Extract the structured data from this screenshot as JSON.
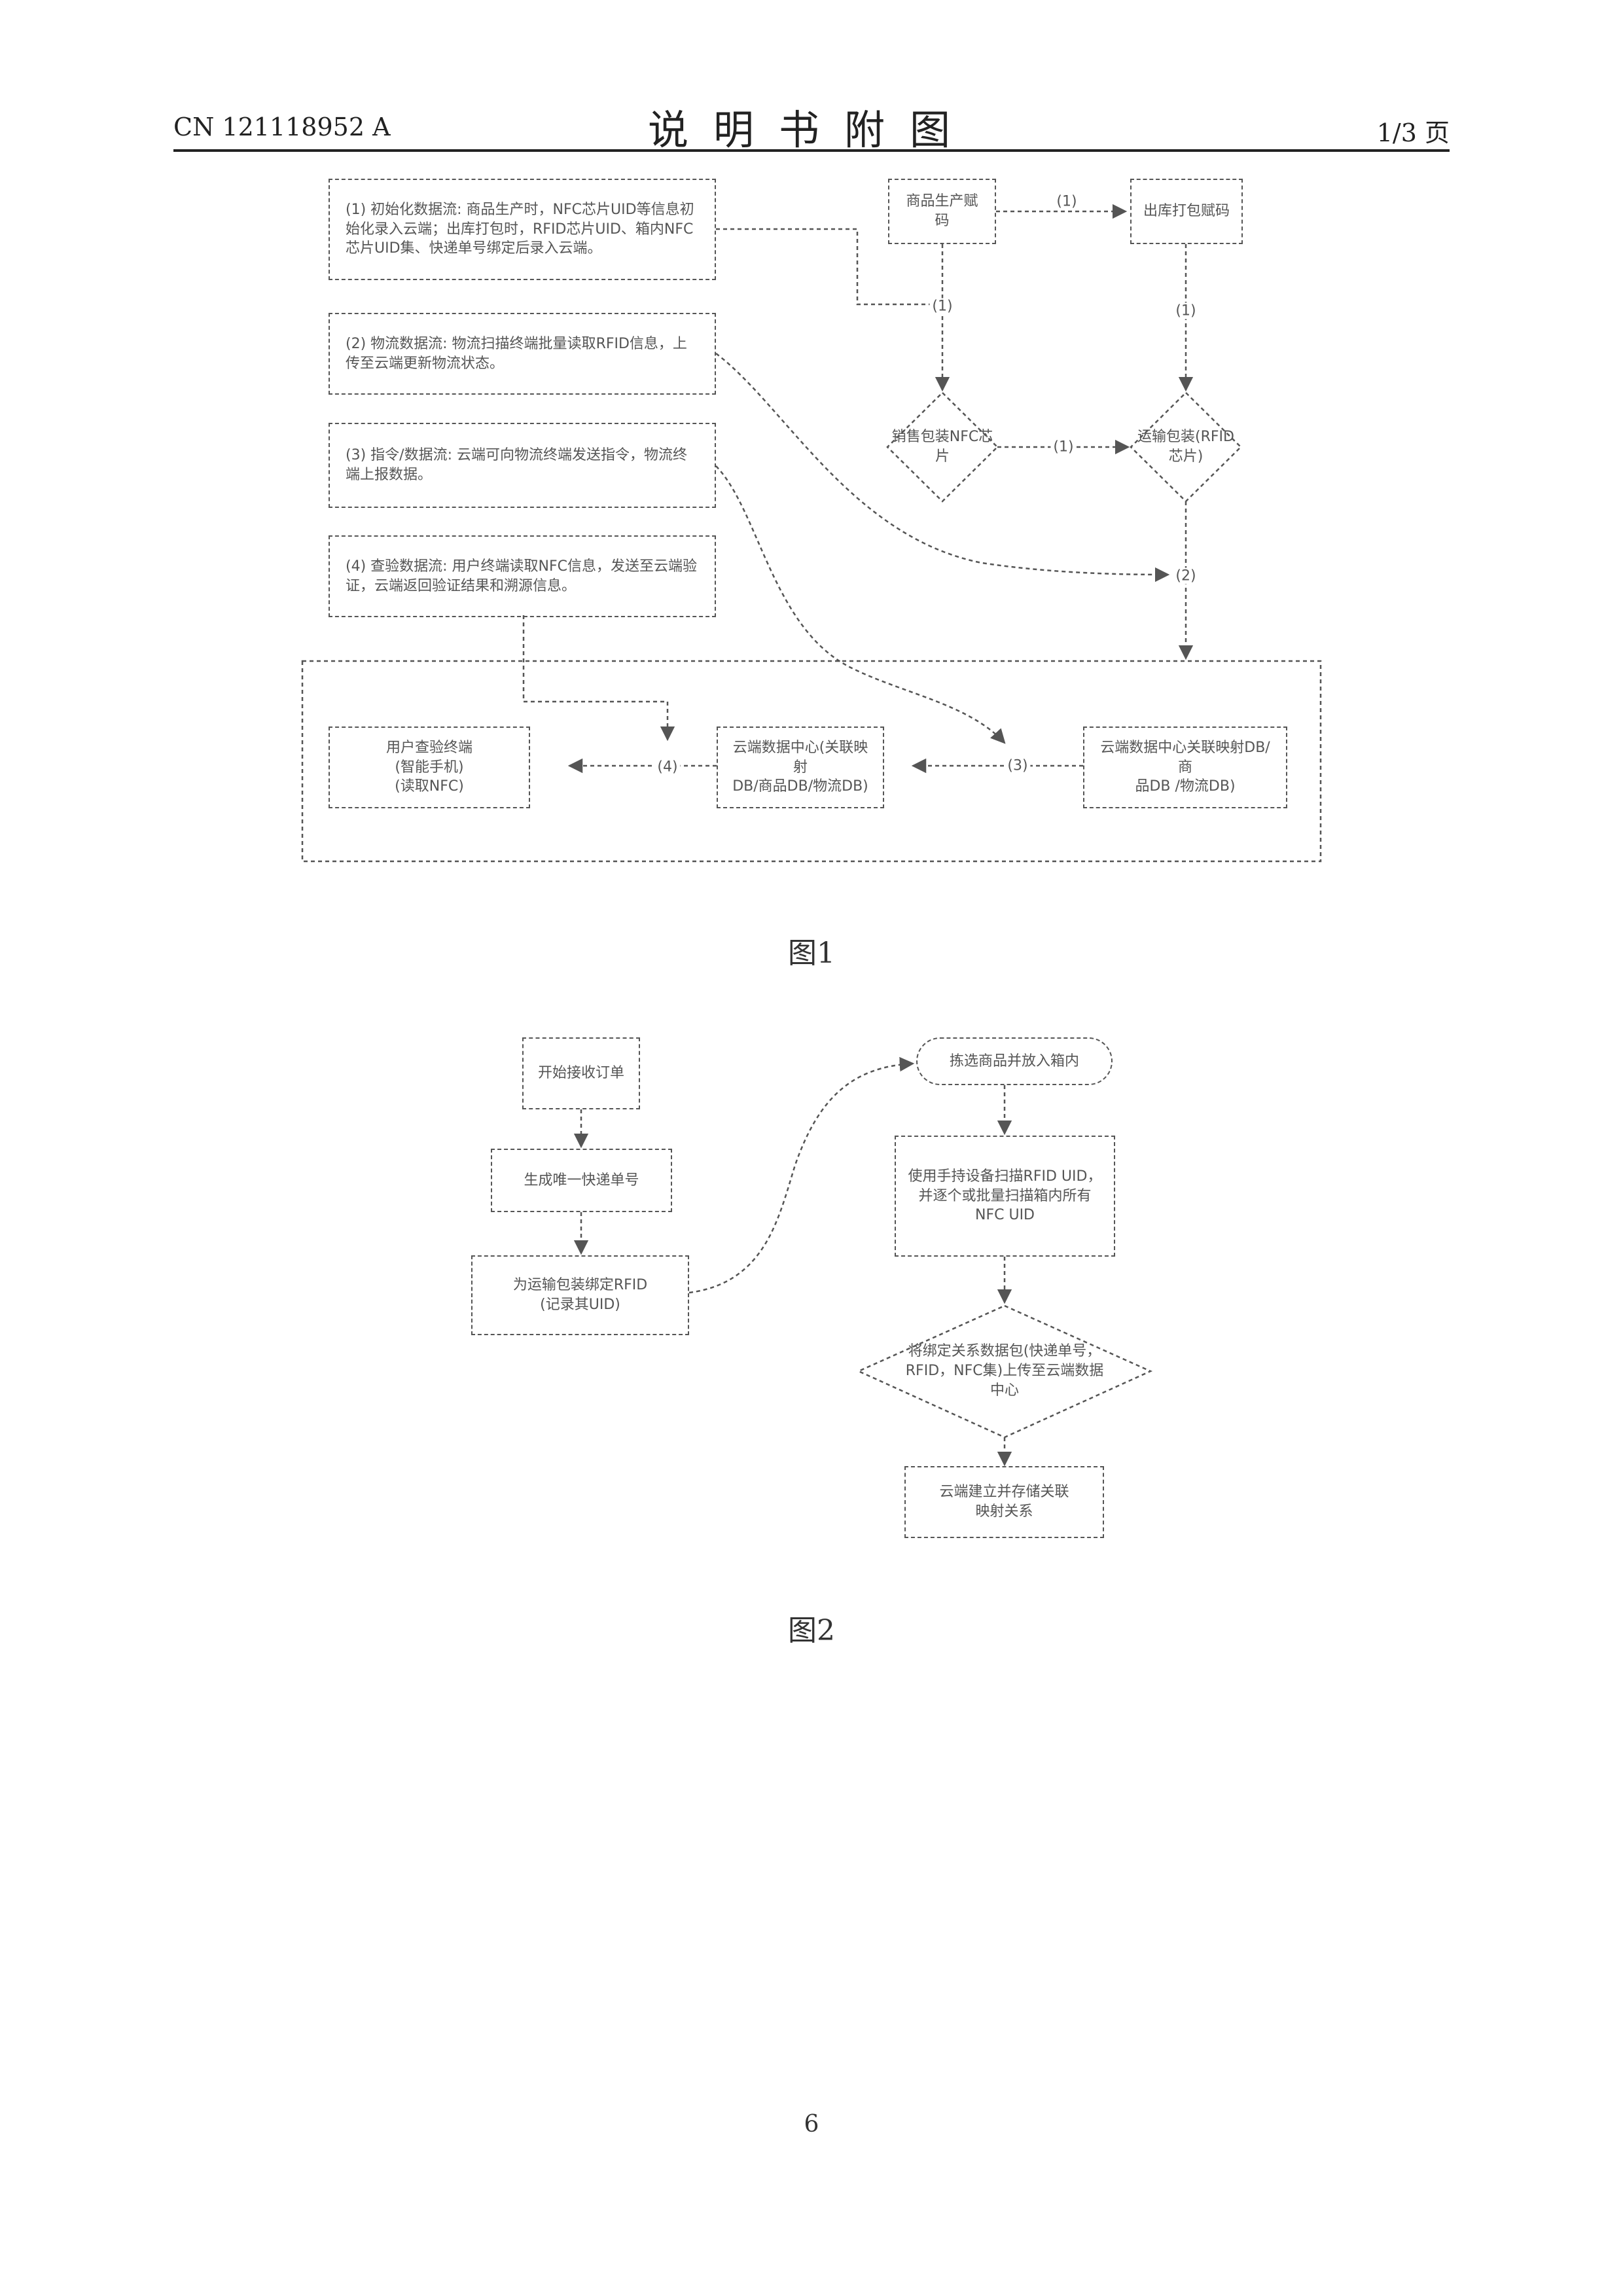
{
  "header": {
    "publication_number": "CN 121118952 A",
    "sheet_title": "说明书附图",
    "page_indicator": "1/3 页"
  },
  "figure1": {
    "caption": "图1",
    "flows": [
      "(1) 初始化数据流: 商品生产时，NFC芯片UID等信息初始化录入云端；出库打包时，RFID芯片UID、箱内NFC芯片UID集、快递单号绑定后录入云端。",
      "(2) 物流数据流: 物流扫描终端批量读取RFID信息，上传至云端更新物流状态。",
      "(3) 指令/数据流: 云端可向物流终端发送指令，物流终端上报数据。",
      "(4) 查验数据流: 用户终端读取NFC信息，发送至云端验证，云端返回验证结果和溯源信息。"
    ],
    "nodes": {
      "production": "商品生产赋码",
      "outbound": "出库打包赋码",
      "sales_pkg": [
        "销售包装",
        "NFC芯片"
      ],
      "transport_pkg": [
        "运输包装",
        "(RFID芯片)"
      ],
      "user_terminal": [
        "用户查验终端",
        "(智能手机)",
        "(读取NFC)"
      ],
      "cloud_center": [
        "云端数据中心(关联映射",
        "DB/商品DB/物流DB)"
      ],
      "cloud_db": [
        "云端数据中心关联映射DB/商",
        "品DB /物流DB)"
      ]
    },
    "edge_labels": {
      "l1": "(1)",
      "l2": "(2)",
      "l3": "(3)",
      "l4": "(4)"
    }
  },
  "figure2": {
    "caption": "图2",
    "steps": {
      "start": "开始接收订单",
      "gen_id": "生成唯一快递单号",
      "bind_rfid": [
        "为运输包装绑定RFID",
        "(记录其UID)"
      ],
      "pick": "拣选商品并放入箱内",
      "scan": [
        "使用手持设备扫描RFID UID，",
        "并逐个或批量扫描箱内所有",
        "NFC UID"
      ],
      "upload": [
        "将绑定关系数据包",
        "(快递单号，RFID，NFC集)",
        "上传至云端数据中心"
      ],
      "store": [
        "云端建立并存储关联",
        "映射关系"
      ]
    }
  },
  "page_number": "6"
}
